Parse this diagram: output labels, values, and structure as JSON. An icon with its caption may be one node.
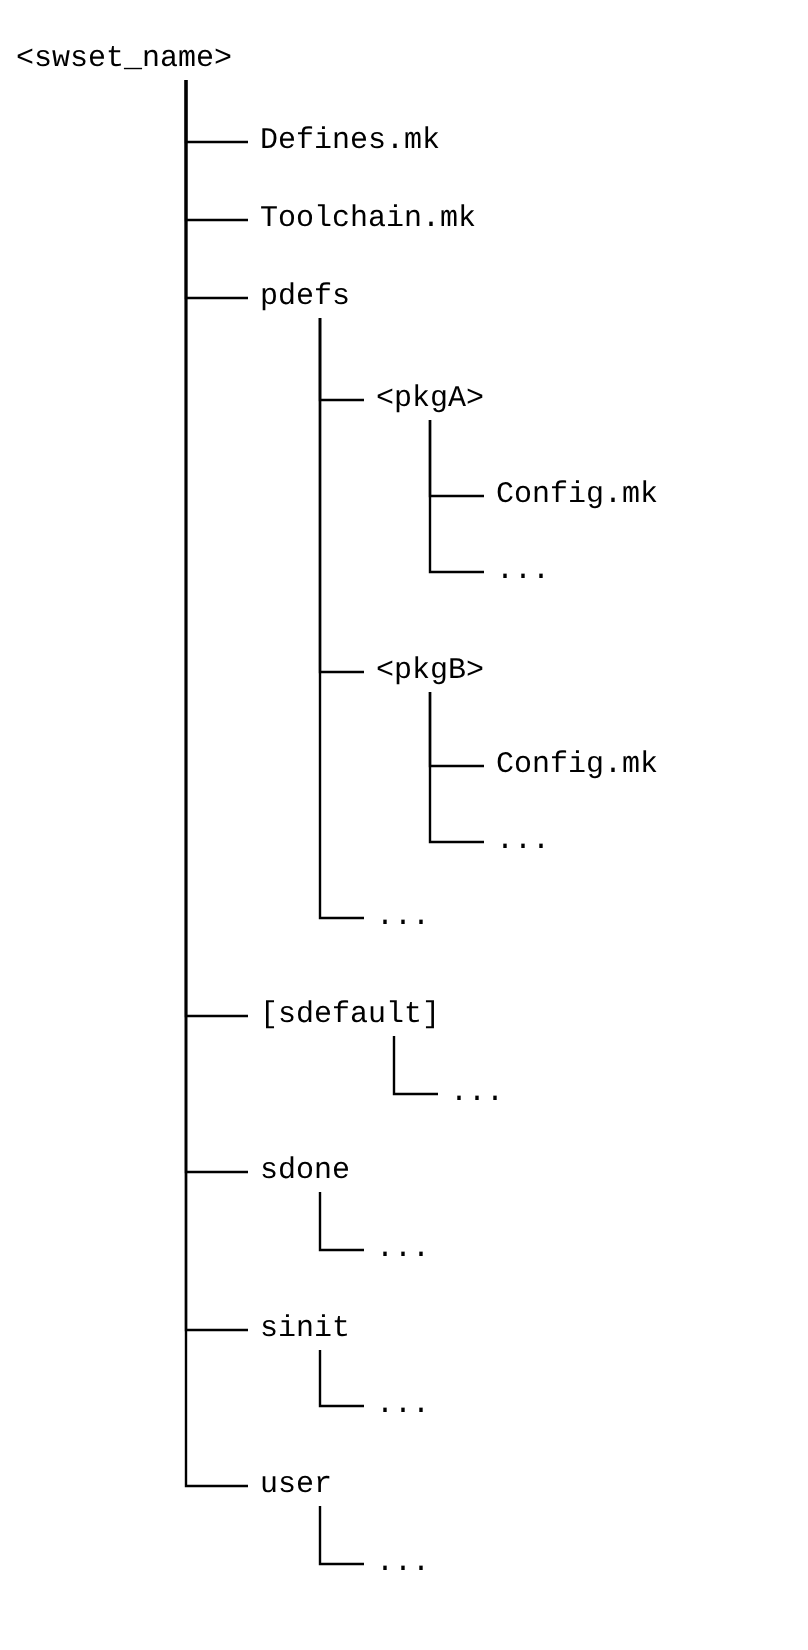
{
  "diagram": {
    "nodes": [
      {
        "text": [
          "<swset_name>"
        ]
      },
      {
        "text": [
          "Defines.mk"
        ]
      },
      {
        "text": [
          "Toolchain.mk"
        ]
      },
      {
        "text": [
          "pdefs"
        ]
      },
      {
        "text": [
          "<pkgA>"
        ]
      },
      {
        "text": [
          "Config.mk"
        ]
      },
      {
        "text": [
          "..."
        ]
      },
      {
        "text": [
          "<pkgB>"
        ]
      },
      {
        "text": [
          "Config.mk"
        ]
      },
      {
        "text": [
          "..."
        ]
      },
      {
        "text": [
          "..."
        ]
      },
      {
        "text": [
          "[sdefault]"
        ]
      },
      {
        "text": [
          "..."
        ]
      },
      {
        "text": [
          "sdone"
        ]
      },
      {
        "text": [
          "..."
        ]
      },
      {
        "text": [
          "sinit"
        ]
      },
      {
        "text": [
          "..."
        ]
      },
      {
        "text": [
          "user"
        ]
      },
      {
        "text": [
          "..."
        ]
      }
    ],
    "edges": [
      {
        "from": 0,
        "to": 1,
        "arrow": "none"
      },
      {
        "from": 0,
        "to": 2,
        "arrow": "none"
      },
      {
        "from": 0,
        "to": 3,
        "arrow": "none"
      },
      {
        "from": 3,
        "to": 4,
        "arrow": "none"
      },
      {
        "from": 4,
        "to": 5,
        "arrow": "none"
      },
      {
        "from": 4,
        "to": 6,
        "arrow": "none"
      },
      {
        "from": 3,
        "to": 7,
        "arrow": "none"
      },
      {
        "from": 7,
        "to": 8,
        "arrow": "none"
      },
      {
        "from": 7,
        "to": 9,
        "arrow": "none"
      },
      {
        "from": 3,
        "to": 10,
        "arrow": "none"
      },
      {
        "from": 0,
        "to": 11,
        "arrow": "none"
      },
      {
        "from": 11,
        "to": 12,
        "arrow": "none"
      },
      {
        "from": 0,
        "to": 13,
        "arrow": "none"
      },
      {
        "from": 13,
        "to": 14,
        "arrow": "none"
      },
      {
        "from": 0,
        "to": 15,
        "arrow": "none"
      },
      {
        "from": 15,
        "to": 16,
        "arrow": "none"
      },
      {
        "from": 0,
        "to": 17,
        "arrow": "none"
      },
      {
        "from": 17,
        "to": 18,
        "arrow": "none"
      }
    ]
  }
}
